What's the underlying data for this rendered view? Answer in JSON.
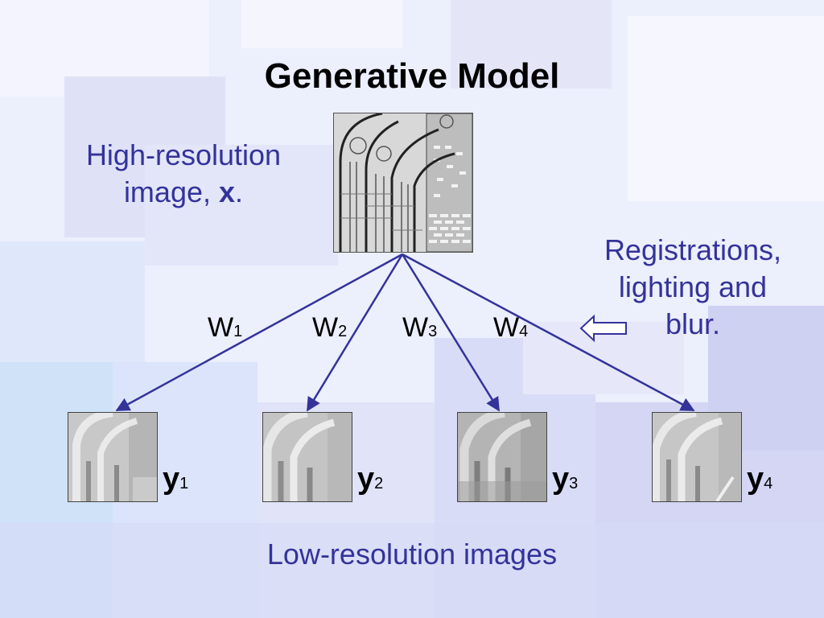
{
  "title": "Generative Model",
  "high_res_label": {
    "text": "High-resolution",
    "line2": "image, ",
    "var": "x",
    "suffix": "."
  },
  "registration_label": {
    "line1": "Registrations,",
    "line2": "lighting and",
    "line3": "blur."
  },
  "low_res_label": "Low-resolution images",
  "weights": [
    {
      "base": "W",
      "sub": "1"
    },
    {
      "base": "W",
      "sub": "2"
    },
    {
      "base": "W",
      "sub": "3"
    },
    {
      "base": "W",
      "sub": "4"
    }
  ],
  "outputs": [
    {
      "base": "y",
      "sub": "1"
    },
    {
      "base": "y",
      "sub": "2"
    },
    {
      "base": "y",
      "sub": "3"
    },
    {
      "base": "y",
      "sub": "4"
    }
  ],
  "colors": {
    "arrow": "#33339a",
    "text_blue": "#33339a",
    "background": "#e8ecfb"
  },
  "icons": {
    "hollow_arrow": "left-arrow-icon"
  }
}
